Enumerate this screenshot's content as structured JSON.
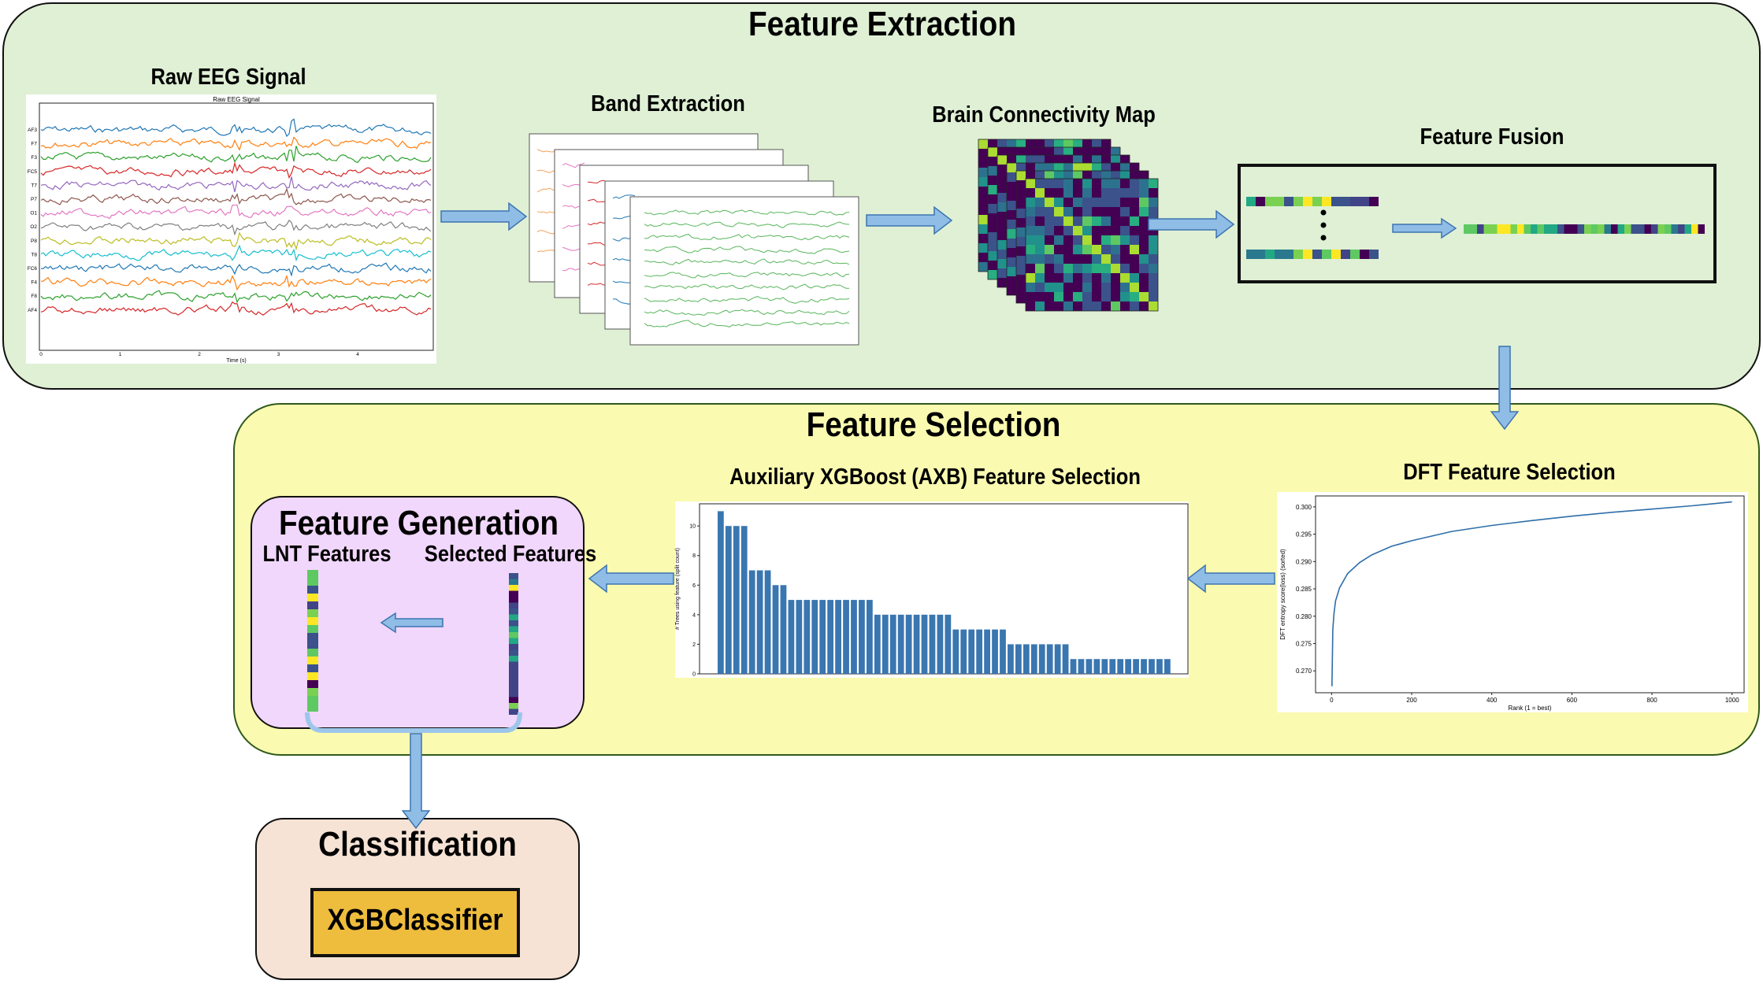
{
  "feature_extraction": {
    "title": "Feature Extraction",
    "raw_eeg": {
      "label": "Raw EEG Signal",
      "plot_title": "Raw EEG Signal",
      "x_label": "Time (s)",
      "x_ticks": [
        "0",
        "1",
        "2",
        "3",
        "4"
      ],
      "channels": [
        "AF3",
        "F7",
        "F3",
        "FC5",
        "T7",
        "P7",
        "O1",
        "O2",
        "P8",
        "T8",
        "FC6",
        "F4",
        "F8",
        "AF4"
      ],
      "colors": [
        "#1f77b4",
        "#ff7f0e",
        "#2ca02c",
        "#d62728",
        "#9467bd",
        "#8c564b",
        "#e377c2",
        "#7f7f7f",
        "#bcbd22",
        "#17becf",
        "#1f77b4",
        "#ff7f0e",
        "#2ca02c",
        "#d62728"
      ]
    },
    "band_extraction": {
      "label": "Band Extraction"
    },
    "connectivity": {
      "label": "Brain Connectivity Map"
    },
    "fusion": {
      "label": "Feature Fusion"
    }
  },
  "feature_selection": {
    "title": "Feature Selection",
    "axb_label": "Auxiliary XGBoost (AXB) Feature Selection",
    "dft_label": "DFT Feature Selection"
  },
  "feature_generation": {
    "title": "Feature Generation",
    "lnt_label": "LNT Features",
    "selected_label": "Selected Features"
  },
  "classification": {
    "title": "Classification",
    "classifier": "XGBClassifier"
  },
  "chart_data": [
    {
      "type": "bar",
      "ylabel": "# Trees using feature (split count)",
      "ylim": [
        0,
        11.5
      ],
      "y_ticks": [
        0,
        2,
        4,
        6,
        8,
        10
      ],
      "values": [
        11,
        10,
        10,
        10,
        7,
        7,
        7,
        6,
        6,
        5,
        5,
        5,
        5,
        5,
        5,
        5,
        5,
        5,
        5,
        5,
        4,
        4,
        4,
        4,
        4,
        4,
        4,
        4,
        4,
        4,
        3,
        3,
        3,
        3,
        3,
        3,
        3,
        2,
        2,
        2,
        2,
        2,
        2,
        2,
        2,
        1,
        1,
        1,
        1,
        1,
        1,
        1,
        1,
        1,
        1,
        1,
        1,
        1
      ],
      "color": "#3a76b0",
      "grid": false
    },
    {
      "type": "line",
      "xlabel": "Rank (1 = best)",
      "ylabel": "DFT entropy score(loss) (sorted)",
      "xlim": [
        -40,
        1030
      ],
      "ylim": [
        0.266,
        0.302
      ],
      "x_ticks": [
        0,
        200,
        400,
        600,
        800,
        1000
      ],
      "y_ticks": [
        "0.270",
        "0.275",
        "0.280",
        "0.285",
        "0.290",
        "0.295",
        "0.300"
      ],
      "x": [
        1,
        3,
        6,
        10,
        20,
        40,
        70,
        100,
        150,
        200,
        300,
        400,
        500,
        600,
        700,
        800,
        900,
        1000
      ],
      "y": [
        0.2672,
        0.2775,
        0.2805,
        0.2828,
        0.2852,
        0.2878,
        0.2898,
        0.2912,
        0.2928,
        0.2938,
        0.2955,
        0.2966,
        0.2975,
        0.2983,
        0.299,
        0.2996,
        0.3002,
        0.3009
      ],
      "color": "#2e6ea8",
      "grid": false
    }
  ],
  "colors": {
    "extraction_bg": "#dff0d5",
    "selection_bg": "#fafab0",
    "generation_bg": "#f1d7fb",
    "classification_bg": "#f6e3d5",
    "classifier_fill": "#eebd3d",
    "arrow": "#8fbde6"
  }
}
